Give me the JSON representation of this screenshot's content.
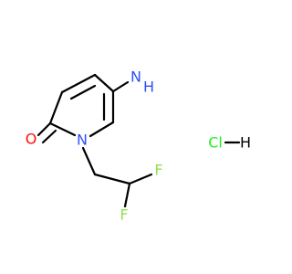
{
  "molecule": {
    "atoms": {
      "amino_n": "N",
      "amino_h": "H",
      "ring_n": "N",
      "carbonyl_o": "O",
      "fluorine_upper": "F",
      "fluorine_lower": "F",
      "hydrochloride_cl": "Cl",
      "hydrochloride_h": "H"
    },
    "colors": {
      "oxygen": "#ff0d0d",
      "nitrogen": "#3050f8",
      "fluorine": "#90e050",
      "chlorine": "#1ff01f",
      "hydrogen": "#000000",
      "bond": "#000000"
    }
  }
}
